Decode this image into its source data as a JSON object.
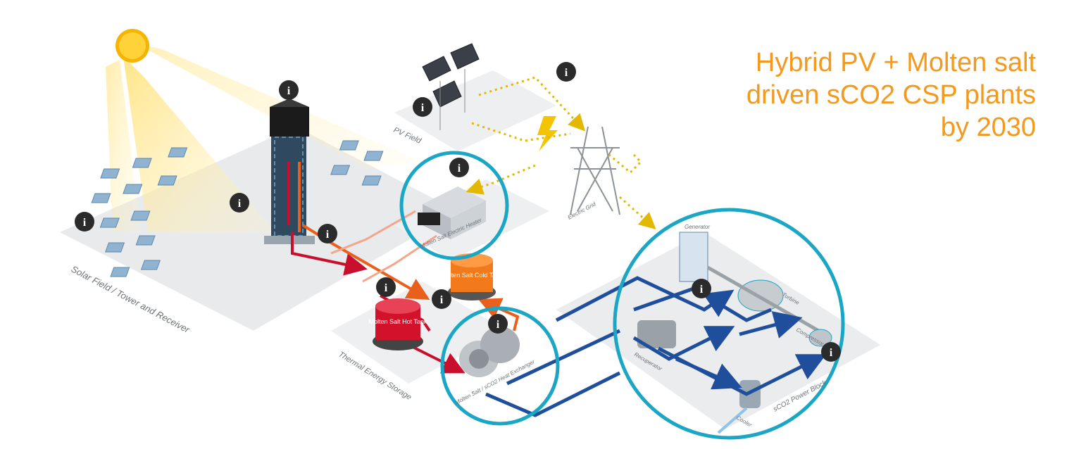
{
  "title": {
    "line1": "Hybrid PV + Molten salt",
    "line2": "driven sCO2 CSP plants",
    "line3": "by 2030"
  },
  "labels": {
    "solar_field": "Solar Field / Tower and Receiver",
    "pv_field": "PV Field",
    "heater": "Molten Salt Electric Heater",
    "grid": "Electric Grid",
    "cold_tank": "Molten Salt Cold Tank",
    "hot_tank": "Molten Salt Hot Tank",
    "storage": "Thermal Energy Storage",
    "hx": "Molten Salt / sCO2 Heat Exchanger",
    "power_block": "sCO2 Power Block",
    "generator": "Generator",
    "turbine": "Turbine",
    "compressor": "Compressor",
    "recuperator": "Recuperator",
    "cooler": "Cooler"
  },
  "icons": [
    "sun-icon",
    "info-marker-icon",
    "lightning-icon",
    "transmission-tower-icon"
  ],
  "colors": {
    "title": "#f39a1e",
    "highlight_ring": "#1aa6c4",
    "hot_salt": "#c8102e",
    "cold_salt": "#e8601c",
    "sco2": "#1f4e9c",
    "electricity": "#e3b800"
  }
}
